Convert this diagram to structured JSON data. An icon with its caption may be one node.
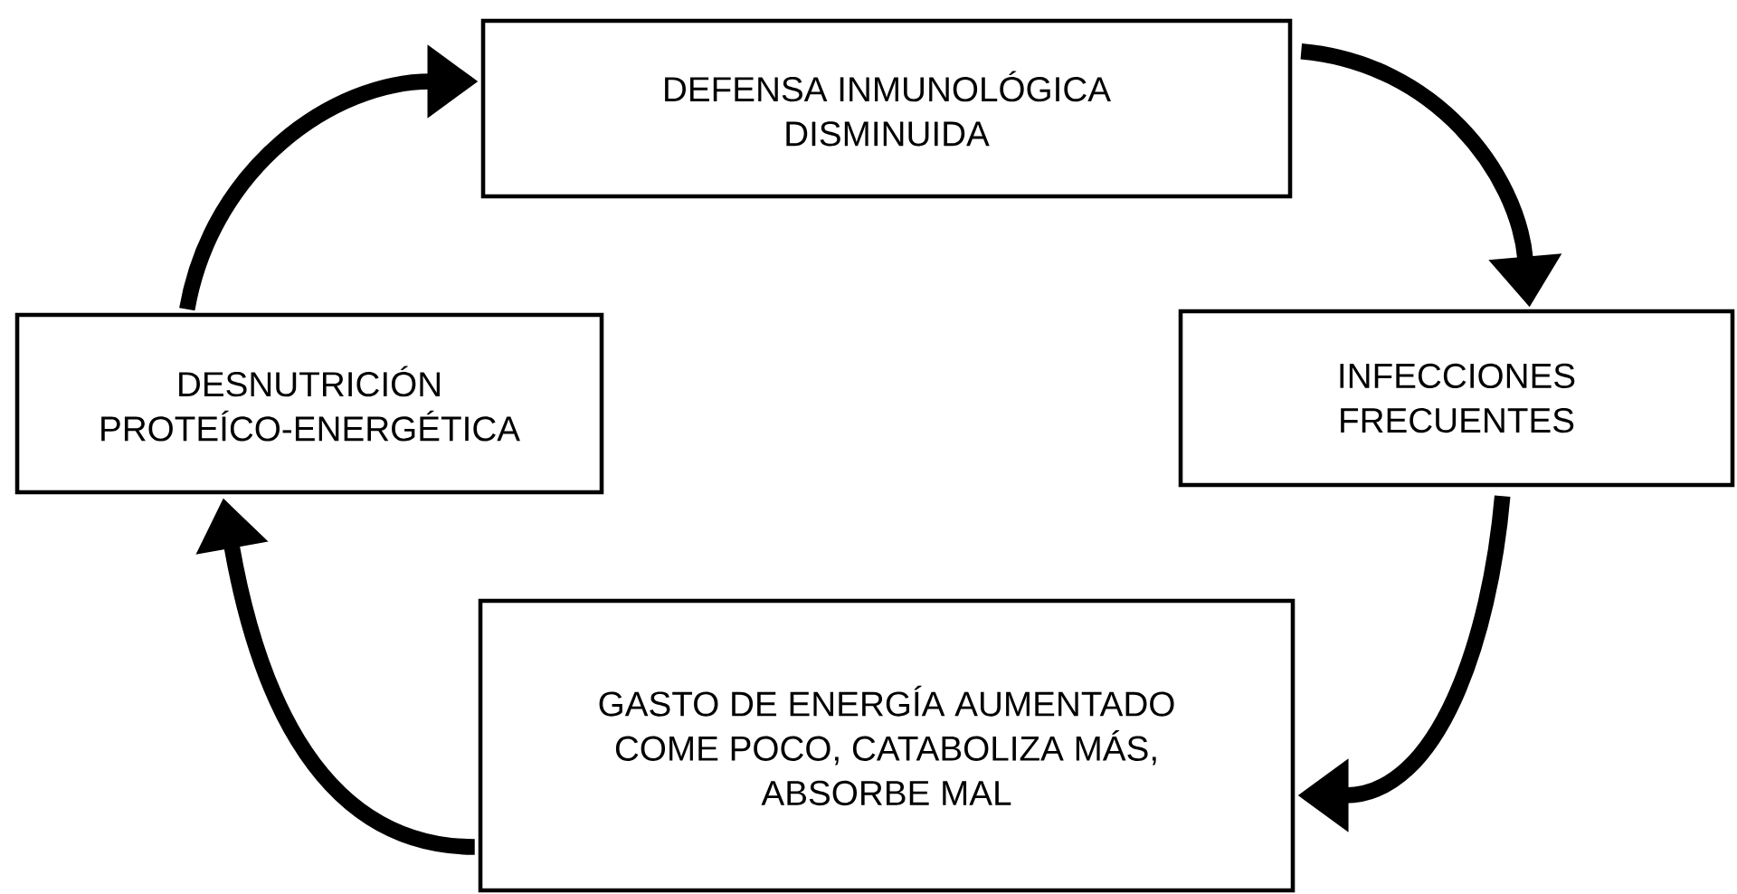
{
  "diagram": {
    "nodes": [
      {
        "text": [
          "DEFENSA INMUNOLÓGICA DISMINUIDA"
        ]
      },
      {
        "text": [
          "INFECCIONES FRECUENTES"
        ]
      },
      {
        "text": [
          "GASTO DE ENERGÍA AUMENTADO COME POCO, CATABOLIZA MÁS, ABSORBE MAL"
        ]
      },
      {
        "text": [
          "DESNUTRICIÓN PROTEÍCO-ENERGÉTICA"
        ]
      }
    ],
    "edges": [
      {
        "from": 0,
        "to": 1,
        "arrow": "to"
      },
      {
        "from": 1,
        "to": 2,
        "arrow": "to"
      },
      {
        "from": 2,
        "to": 3,
        "arrow": "to"
      },
      {
        "from": 3,
        "to": 0,
        "arrow": "to"
      }
    ]
  }
}
